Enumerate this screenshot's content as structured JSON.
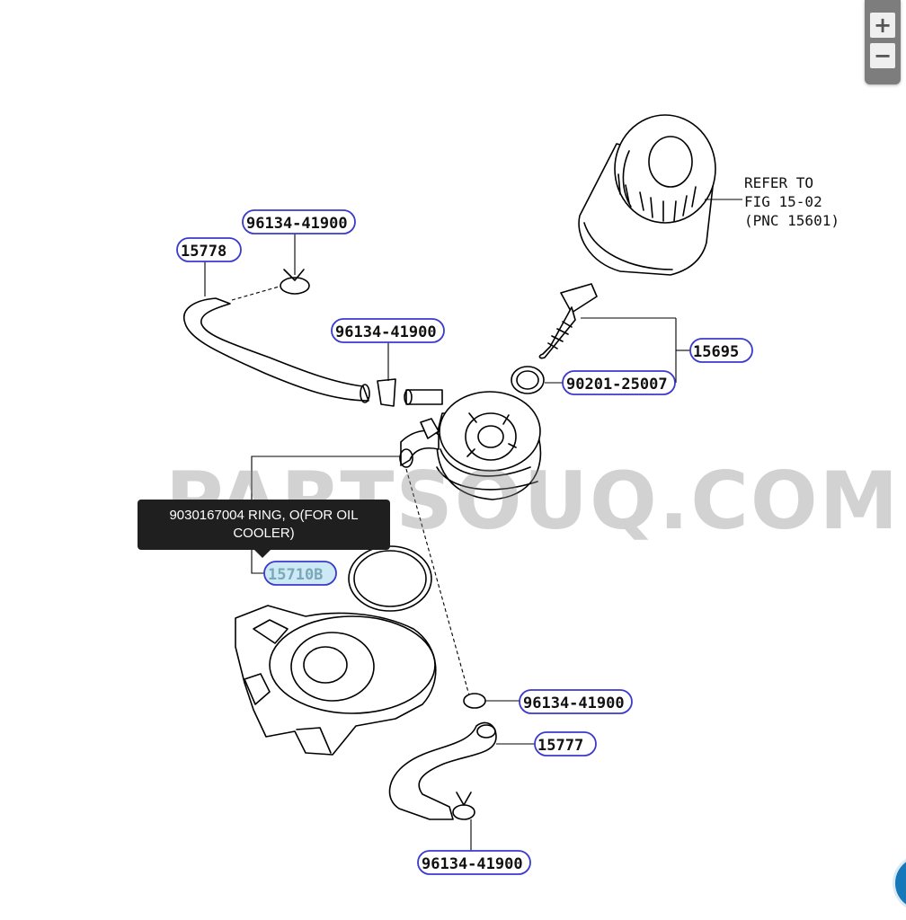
{
  "watermark": "PARTSOUQ.COM",
  "zoom": {
    "plus": "+",
    "minus": "−"
  },
  "tooltip": {
    "text": "9030167004 RING, O(FOR OIL COOLER)"
  },
  "note": {
    "line1": "REFER TO",
    "line2": "FIG 15-02",
    "line3": "(PNC 15601)"
  },
  "callouts": {
    "c15778": "15778",
    "c96134_top": "96134-41900",
    "c96134_mid": "96134-41900",
    "c15695": "15695",
    "c90201": "90201-25007",
    "c15710b": "15710B",
    "c96134_low": "96134-41900",
    "c15777": "15777",
    "c96134_bottom": "96134-41900"
  },
  "colors": {
    "callout_border": "#3a3acb",
    "highlight_fill": "#cde9f5",
    "tooltip_bg": "#1f1f1f",
    "zoom_bg": "#7d7d7d",
    "fab": "#1677b9"
  }
}
